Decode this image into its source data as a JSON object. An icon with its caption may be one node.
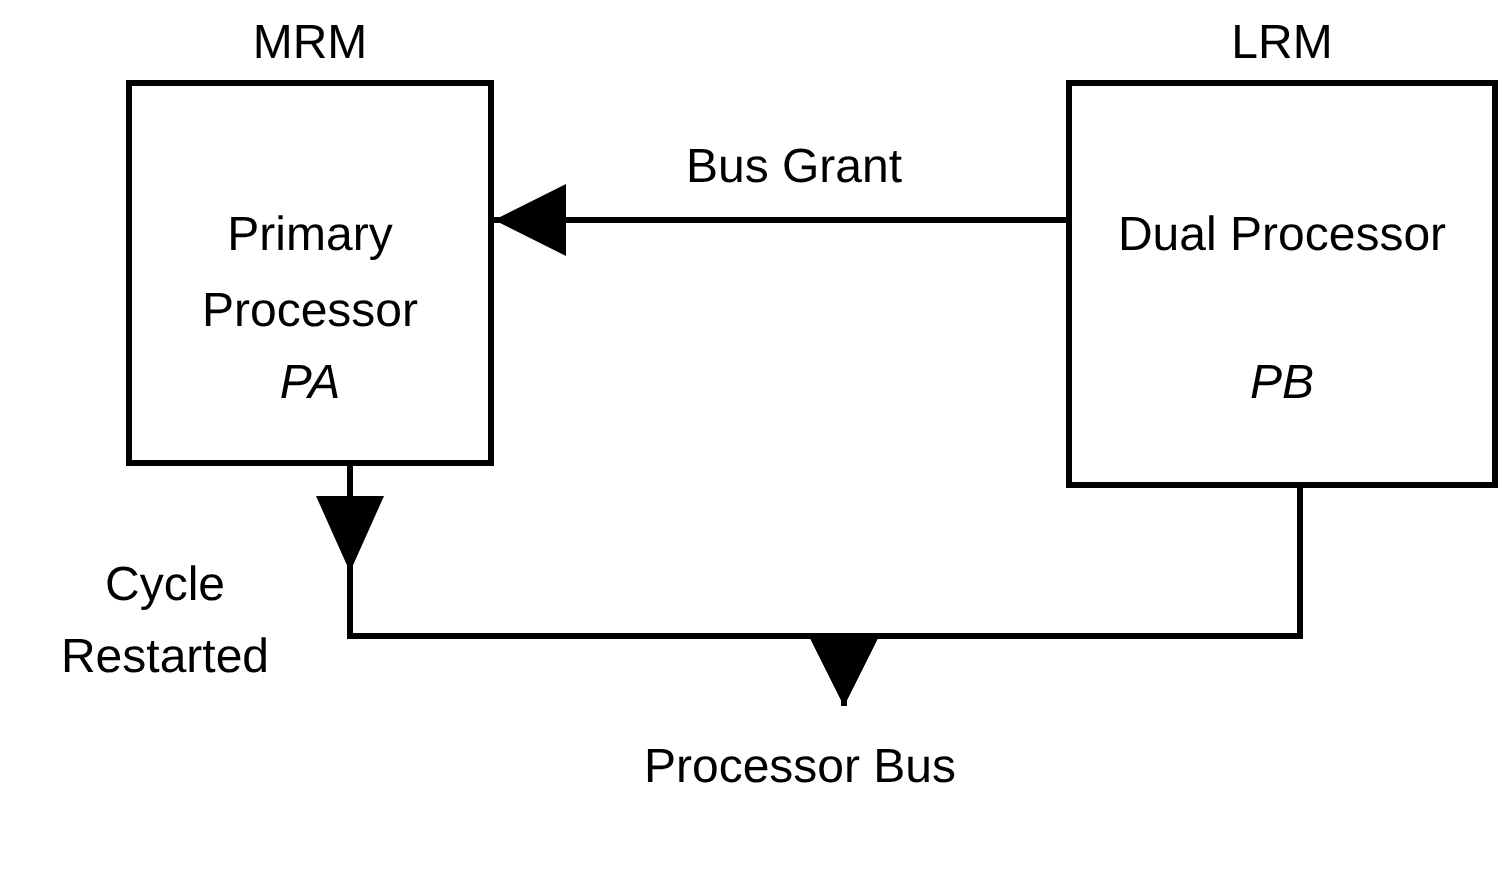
{
  "diagram": {
    "nodes": [
      {
        "text": [
          "MRM",
          "Primary Processor",
          "PA"
        ]
      },
      {
        "text": [
          "LRM",
          "Dual Processor",
          "PB"
        ]
      },
      {
        "text": [
          "Processor Bus"
        ]
      }
    ],
    "edges": [
      {
        "from": 1,
        "to": 0,
        "arrow": "to",
        "label": "Bus Grant"
      },
      {
        "from": 0,
        "to": 2,
        "arrow": "to"
      },
      {
        "from": 1,
        "to": 2,
        "arrow": "to"
      }
    ],
    "labels": [
      "Cycle Restarted"
    ]
  }
}
